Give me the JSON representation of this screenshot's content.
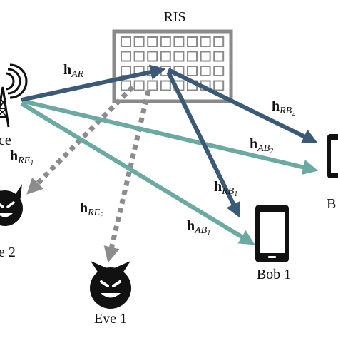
{
  "ris": {
    "label": "RIS"
  },
  "nodes": {
    "alice": {
      "label": "ce"
    },
    "bob1": {
      "label": "Bob 1"
    },
    "bob2": {
      "label": "B"
    },
    "eve1": {
      "label": "Eve 1"
    },
    "eve2": {
      "label": "e 2"
    }
  },
  "channels": {
    "h_AR": {
      "main": "h",
      "sub": "AR",
      "subsub": ""
    },
    "h_RB2": {
      "main": "h",
      "sub": "RB",
      "subsub": "2"
    },
    "h_AB2": {
      "main": "h",
      "sub": "AB",
      "subsub": "2"
    },
    "h_RB1": {
      "main": "h",
      "sub": "RB",
      "subsub": "1"
    },
    "h_AB1": {
      "main": "h",
      "sub": "AB",
      "subsub": "1"
    },
    "h_RE1": {
      "main": "h",
      "sub": "RE",
      "subsub": "1"
    },
    "h_RE2": {
      "main": "h",
      "sub": "RE",
      "subsub": "2"
    }
  },
  "colors": {
    "ris_link": "#3a5a78",
    "direct_link": "#6aaaa2",
    "eavesdrop_link": "#8c8c8c",
    "ris_frame": "#8a8a8a"
  },
  "icons": {
    "alice": "antenna-tower-icon",
    "bob": "smartphone-icon",
    "eve": "devil-face-icon"
  }
}
